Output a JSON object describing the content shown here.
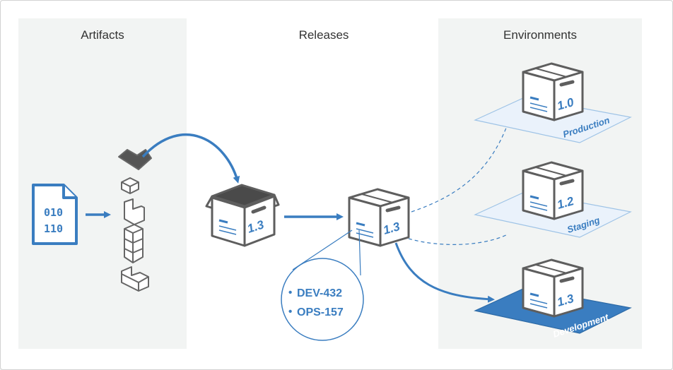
{
  "columns": {
    "artifacts": "Artifacts",
    "releases": "Releases",
    "environments": "Environments"
  },
  "artifact_file": {
    "line1": "010",
    "line2": "110"
  },
  "release_boxes": {
    "open_box_version": "1.3",
    "closed_box_version": "1.3"
  },
  "issues": [
    "DEV-432",
    "OPS-157"
  ],
  "environments": [
    {
      "name": "Production",
      "version": "1.0",
      "highlighted": false
    },
    {
      "name": "Staging",
      "version": "1.2",
      "highlighted": false
    },
    {
      "name": "Development",
      "version": "1.3",
      "highlighted": true
    }
  ],
  "colors": {
    "accent": "#3a7dc0",
    "box_stroke": "#5e5e5e",
    "panel": "#f2f4f3",
    "platform_light": "#eaf2fb",
    "platform_dark": "#3a7dc0"
  }
}
